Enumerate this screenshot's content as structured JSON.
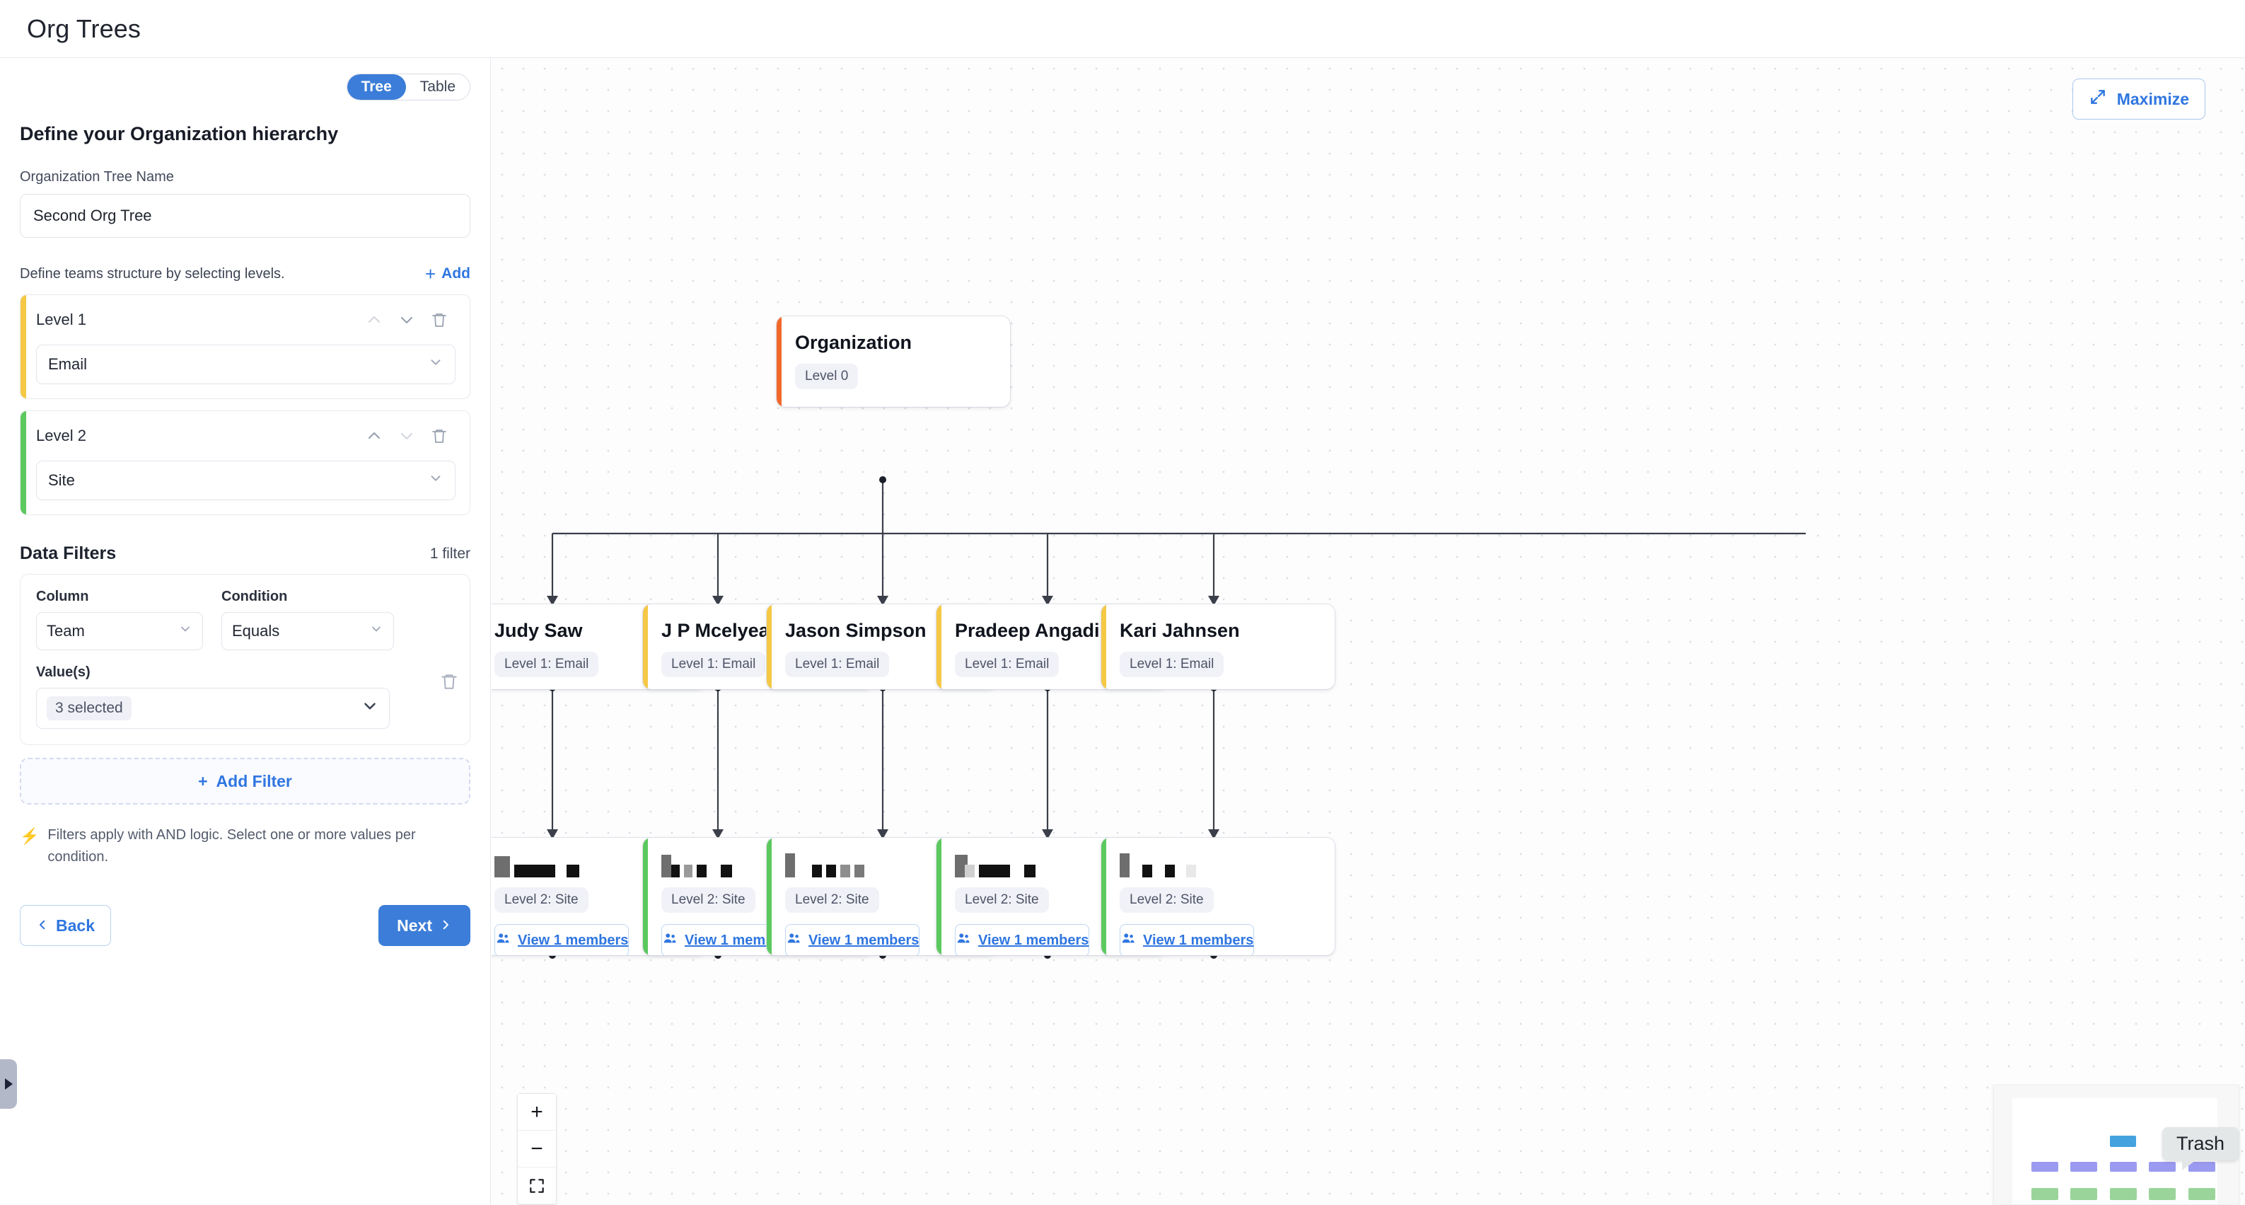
{
  "app": {
    "title": "Org Trees"
  },
  "view_toggle": {
    "options": [
      "Tree",
      "Table"
    ],
    "selected": "Tree"
  },
  "panel": {
    "heading": "Define your Organization hierarchy",
    "tree_name_label": "Organization Tree Name",
    "tree_name_value": "Second Org Tree",
    "levels_hint": "Define teams structure by selecting levels.",
    "add_label": "Add",
    "levels": [
      {
        "name": "Level 1",
        "value": "Email",
        "accent": "#f5c846"
      },
      {
        "name": "Level 2",
        "value": "Site",
        "accent": "#5cc95f"
      }
    ]
  },
  "filters": {
    "title": "Data Filters",
    "count_label": "1 filter",
    "column_label": "Column",
    "column_value": "Team",
    "condition_label": "Condition",
    "condition_value": "Equals",
    "values_label": "Value(s)",
    "values_chip": "3 selected",
    "add_filter_label": "Add Filter",
    "hint": "Filters apply with AND logic. Select one or more values per condition."
  },
  "nav": {
    "back_label": "Back",
    "next_label": "Next"
  },
  "canvas": {
    "maximize_label": "Maximize",
    "zoom_in_label": "+",
    "zoom_out_label": "−",
    "trash_tooltip": "Trash"
  },
  "chart_data": {
    "type": "tree",
    "title": "Second Org Tree",
    "root": {
      "title": "Organization",
      "badge": "Level 0",
      "accent": "#f2682a"
    },
    "level1_badge": "Level 1: Email",
    "level2_badge": "Level 2: Site",
    "members_label": "View 1 members",
    "nodes": [
      {
        "level1": "Judy Saw",
        "level2": "[redacted]"
      },
      {
        "level1": "J P Mcelyea",
        "level2": "[redacted]"
      },
      {
        "level1": "Jason Simpson",
        "level2": "[redacted]"
      },
      {
        "level1": "Pradeep Angadi",
        "level2": "[redacted]"
      },
      {
        "level1": "Kari Jahnsen",
        "level2": "[redacted]"
      }
    ]
  }
}
